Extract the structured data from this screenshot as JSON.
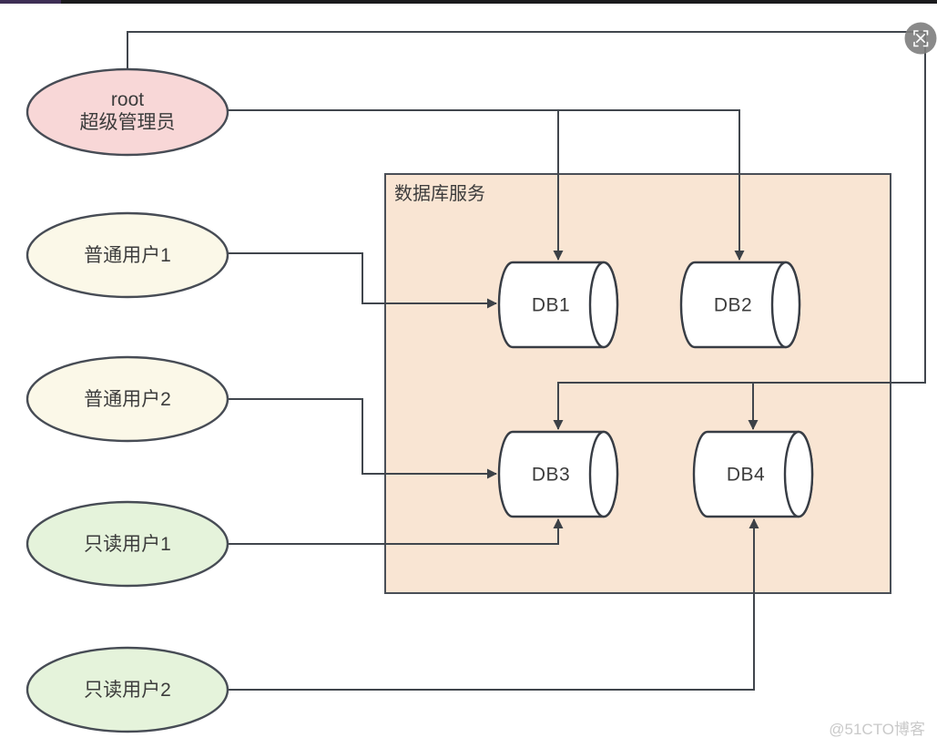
{
  "chrome": {
    "bar_purple": "#3e2f55",
    "bar_dark": "#1b1b1d"
  },
  "colors": {
    "box_fill": "#f9e5d3",
    "actor_pink": "#f8d7d7",
    "actor_cream": "#fbf8e8",
    "actor_green": "#e5f3db",
    "shape_stroke": "#474c55",
    "edge_line": "#41464d",
    "cylinder_fill": "#ffffff",
    "text": "#3c3c3c",
    "watermark_gray": "#c9c9c9",
    "icon_circle_gray": "#7d7d7d"
  },
  "diagram": {
    "box_label": "数据库服务",
    "actors": [
      {
        "name": "root",
        "label": "root",
        "label2": "超级管理员",
        "fill": "#f8d7d7"
      },
      {
        "name": "normal-user-1",
        "label": "普通用户1",
        "fill": "#fbf8e8"
      },
      {
        "name": "normal-user-2",
        "label": "普通用户2",
        "fill": "#fbf8e8"
      },
      {
        "name": "readonly-user-1",
        "label": "只读用户1",
        "fill": "#e5f3db"
      },
      {
        "name": "readonly-user-2",
        "label": "只读用户2",
        "fill": "#e5f3db"
      }
    ],
    "databases": [
      {
        "label": "DB1"
      },
      {
        "label": "DB2"
      },
      {
        "label": "DB3"
      },
      {
        "label": "DB4"
      }
    ],
    "edges": [
      {
        "from": "root",
        "to": "DB1"
      },
      {
        "from": "root",
        "to": "DB2"
      },
      {
        "from": "root",
        "to": "DB3"
      },
      {
        "from": "root",
        "to": "DB4"
      },
      {
        "from": "普通用户1",
        "to": "DB1"
      },
      {
        "from": "普通用户2",
        "to": "DB3"
      },
      {
        "from": "只读用户1",
        "to": "DB3"
      },
      {
        "from": "只读用户2",
        "to": "DB4"
      }
    ]
  },
  "icons": {
    "preview": "image-preview-icon"
  },
  "watermark": "@51CTO博客"
}
